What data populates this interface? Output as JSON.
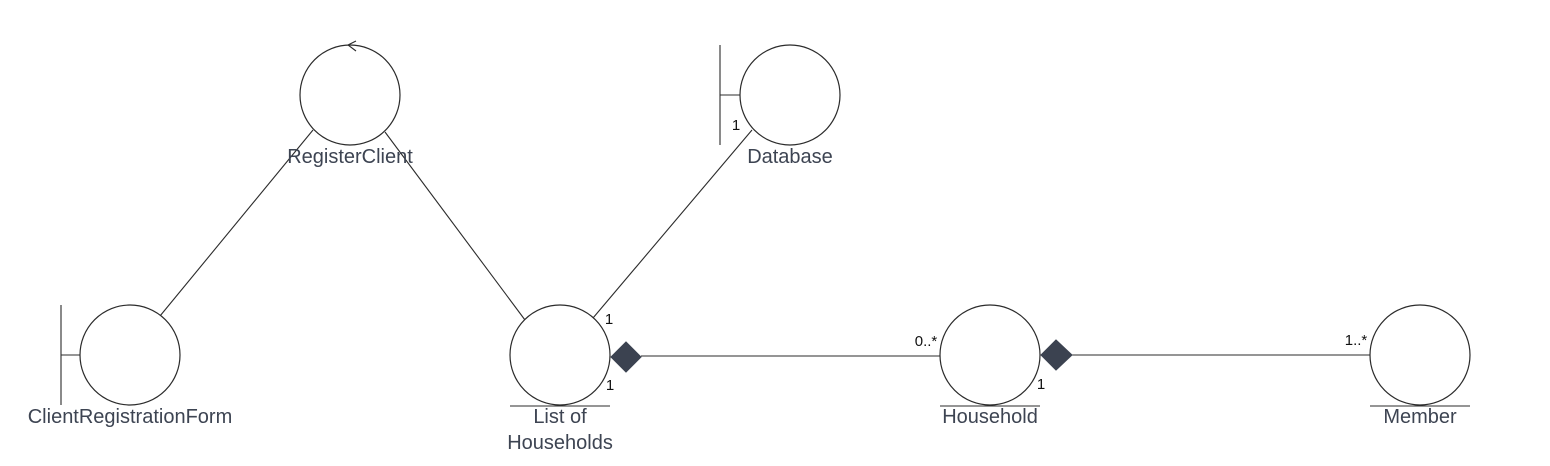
{
  "diagram": {
    "nodes": [
      {
        "id": "control",
        "kind": "control",
        "label": "RegisterClient"
      },
      {
        "id": "boundary-database",
        "kind": "boundary",
        "label": "Database"
      },
      {
        "id": "boundary-form",
        "kind": "boundary",
        "label": "ClientRegistrationForm"
      },
      {
        "id": "entity-list",
        "kind": "entity",
        "label_lines": [
          "List of",
          "Households"
        ]
      },
      {
        "id": "entity-household",
        "kind": "entity",
        "label": "Household"
      },
      {
        "id": "entity-member",
        "kind": "entity",
        "label": "Member"
      }
    ],
    "edges": [
      {
        "from": "boundary-form",
        "to": "control",
        "type": "association"
      },
      {
        "from": "control",
        "to": "entity-list",
        "type": "association"
      },
      {
        "from": "entity-list",
        "to": "boundary-database",
        "type": "association",
        "multiplicity_from": "1",
        "multiplicity_to": "1"
      },
      {
        "from": "entity-list",
        "to": "entity-household",
        "type": "composition",
        "multiplicity_from": "1",
        "multiplicity_to": "0..*"
      },
      {
        "from": "entity-household",
        "to": "entity-member",
        "type": "composition",
        "multiplicity_from": "1",
        "multiplicity_to": "1..*"
      }
    ]
  },
  "colors": {
    "line": "#2b2b2b",
    "label": "#3d4452",
    "diamond": "#3b4250"
  }
}
